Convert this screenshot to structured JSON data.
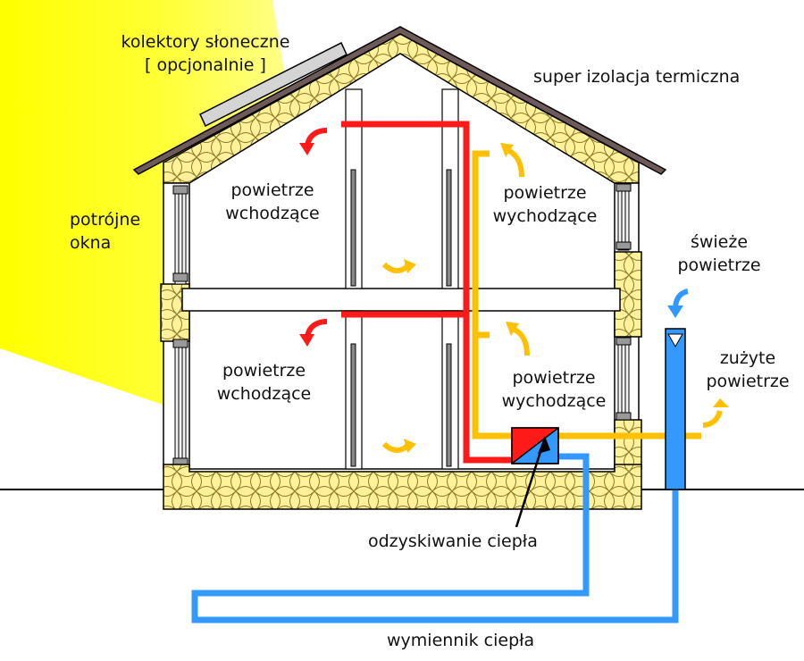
{
  "labels": {
    "solar_collectors_line1": "kolektory słoneczne",
    "solar_collectors_line2": "[ opcjonalnie ]",
    "super_insulation": "super izolacja termiczna",
    "triple_windows_line1": "potrójne",
    "triple_windows_line2": "okna",
    "supply_air_upper_line1": "powietrze",
    "supply_air_upper_line2": "wchodzące",
    "exhaust_air_upper_line1": "powietrze",
    "exhaust_air_upper_line2": "wychodzące",
    "fresh_air_line1": "świeże",
    "fresh_air_line2": "powietrze",
    "supply_air_lower_line1": "powietrze",
    "supply_air_lower_line2": "wchodzące",
    "exhaust_air_lower_line1": "powietrze",
    "exhaust_air_lower_line2": "wychodzące",
    "used_air_line1": "zużyte",
    "used_air_line2": "powietrze",
    "heat_recovery": "odzyskiwanie ciepła",
    "ground_heat_exchanger": "wymiennik ciepła"
  },
  "colors": {
    "sun_light": "#ffff00",
    "insulation": "#fff29a",
    "roof": "#6e5a59",
    "supply_duct": "#ff1a1a",
    "exhaust_duct": "#ffc000",
    "fresh_air_duct": "#3399ff",
    "wall_outline": "#000000"
  }
}
